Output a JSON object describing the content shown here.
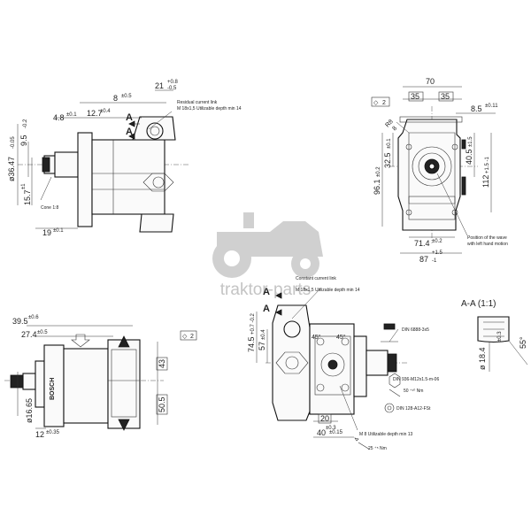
{
  "watermark": {
    "text": "traktor-parts"
  },
  "view_top_left": {
    "dims": {
      "d_8": "8",
      "d_8_tol": "±0.5",
      "d_21": "21",
      "d_21_tol_up": "+0.8",
      "d_21_tol_dn": "-0.5",
      "d_4_8": "4.8",
      "d_4_8_tol": "±0.1",
      "d_12_7": "12.7",
      "d_12_7_tol": "±0.4",
      "d_9_5": "9.5",
      "d_9_5_tol": "-0.2",
      "d_36_47": "ø36.47",
      "d_36_47_tol": "-0.05",
      "d_15_7": "15.7",
      "d_15_7_tol": "±1",
      "d_19": "19",
      "d_19_tol": "±0.1"
    },
    "section_a": "A",
    "section_a2": "A",
    "note_residual": "Residual current link",
    "note_residual2": "M 18x1,5 Utilizable depth min 14",
    "note_cone": "Cone 1:8"
  },
  "view_top_right": {
    "flatness": "◇",
    "flatness_val": "2",
    "dims": {
      "d_70": "70",
      "d_35a": "35",
      "d_35b": "35",
      "d_8_5": "8.5",
      "d_8_5_tol": "±0.11",
      "d_8": "8",
      "d_r8": "R8",
      "d_32_5": "32.5",
      "d_32_5_tol": "±0.1",
      "d_96_1": "96.1",
      "d_96_1_tol": "±0.2",
      "d_40_5": "40.5",
      "d_40_5_tol": "±1.5",
      "d_112": "112",
      "d_112_tol": "+1.5 -1",
      "d_71_4": "71.4",
      "d_71_4_tol": "±0.2",
      "d_87": "87",
      "d_87_tol_up": "+1.5",
      "d_87_tol_dn": "-1"
    },
    "note_wave": "Position of the wave",
    "note_wave2": "with left hand motion"
  },
  "view_bottom_left": {
    "flatness": "◇",
    "flatness_val": "2",
    "brand": "BOSCH",
    "dims": {
      "d_39_5": "39.5",
      "d_39_5_tol": "±0.6",
      "d_27_4": "27.4",
      "d_27_4_tol": "±0.5",
      "d_43": "43",
      "d_50_5": "50.5",
      "d_16_65": "ø16.65",
      "d_12": "12",
      "d_12_tol": "±0.35"
    }
  },
  "view_bottom_mid": {
    "section_a": "A",
    "section_a2": "A",
    "note_constant": "Constant current link",
    "note_constant2": "M 18x1,5 Utilizable depth min 14",
    "dims": {
      "d_74_5": "74.5",
      "d_74_5_tol": "+0.7 -0.2",
      "d_57": "57",
      "d_57_tol": "±0.4",
      "d_45a": "45°",
      "d_45b": "45°",
      "d_20": "20",
      "d_20_tol": "±0.3",
      "d_40": "40",
      "d_40_tol": "±0.15"
    },
    "note_m8": "M 8 Utilizable depth min 13",
    "torque_25": "25 ⁺⁵ Nm",
    "din_1": "DIN 6888-3x5",
    "din_2": "DIN 936-M12x1.5-m-06",
    "torque_50": "50 ⁺¹⁰ Nm",
    "din_3": "DIN 128-A12-FSt"
  },
  "view_section": {
    "title": "A-A (1:1)",
    "d_18_4": "ø 18.4",
    "d_18_4_tol": "±0.3",
    "d_55": "55°"
  }
}
